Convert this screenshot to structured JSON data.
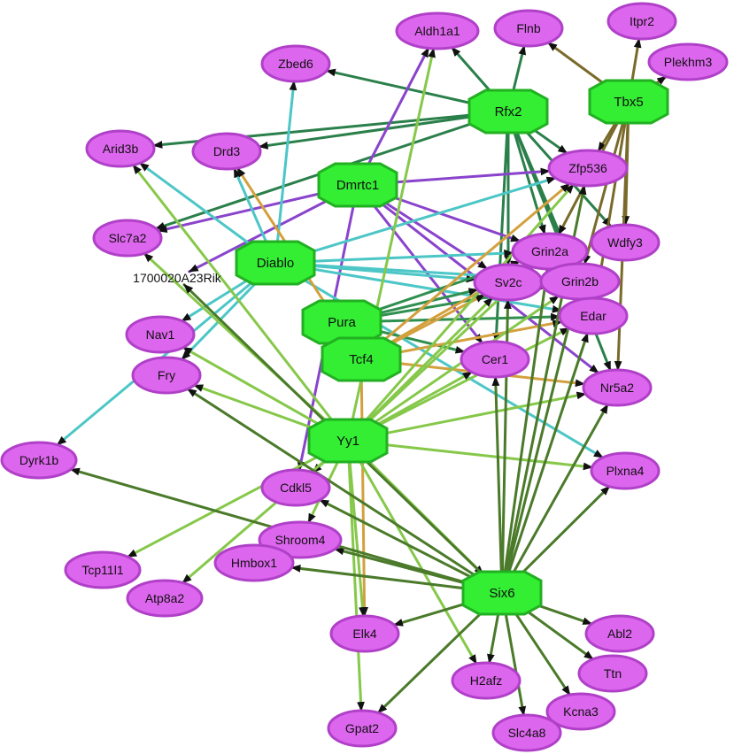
{
  "colors": {
    "target_fill": "#dd66ee",
    "target_stroke": "#b040c8",
    "tf_fill": "#33ee33",
    "tf_stroke": "#22b022",
    "edge": {
      "Rfx2": "#2a7f4a",
      "Tbx5": "#7a6a2a",
      "Dmrtc1": "#8a44cc",
      "Diablo": "#4cc6c6",
      "Pura": "#2f8f4f",
      "Tcf4": "#d4a03e",
      "Yy1": "#86c84a",
      "Six6": "#4a7a2a"
    }
  },
  "transcription_factors": [
    "Rfx2",
    "Tbx5",
    "Dmrtc1",
    "Diablo",
    "Pura",
    "Tcf4",
    "Yy1",
    "Six6"
  ],
  "targets": [
    "Aldh1a1",
    "Flnb",
    "Itpr2",
    "Plekhm3",
    "Zbed6",
    "Arid3b",
    "Drd3",
    "Zfp536",
    "Slc7a2",
    "Grin2a",
    "Wdfy3",
    "1700020A23Rik",
    "Sv2c",
    "Grin2b",
    "Edar",
    "Nav1",
    "Cer1",
    "Fry",
    "Nr5a2",
    "Dyrk1b",
    "Cdkl5",
    "Plxna4",
    "Shroom4",
    "Hmbox1",
    "Tcp11l1",
    "Atp8a2",
    "Elk4",
    "Abl2",
    "H2afz",
    "Ttn",
    "Kcna3",
    "Gpat2",
    "Slc4a8"
  ],
  "edges": [
    [
      "Rfx2",
      "Flnb"
    ],
    [
      "Rfx2",
      "Aldh1a1"
    ],
    [
      "Rfx2",
      "Zbed6"
    ],
    [
      "Rfx2",
      "Arid3b"
    ],
    [
      "Rfx2",
      "Drd3"
    ],
    [
      "Rfx2",
      "Zfp536"
    ],
    [
      "Rfx2",
      "Slc7a2"
    ],
    [
      "Rfx2",
      "Grin2a"
    ],
    [
      "Rfx2",
      "Sv2c"
    ],
    [
      "Rfx2",
      "Grin2b"
    ],
    [
      "Rfx2",
      "Wdfy3"
    ],
    [
      "Rfx2",
      "Edar"
    ],
    [
      "Rfx2",
      "Nr5a2"
    ],
    [
      "Rfx2",
      "Cer1"
    ],
    [
      "Tbx5",
      "Itpr2"
    ],
    [
      "Tbx5",
      "Plekhm3"
    ],
    [
      "Tbx5",
      "Flnb"
    ],
    [
      "Tbx5",
      "Zfp536"
    ],
    [
      "Tbx5",
      "Grin2a"
    ],
    [
      "Tbx5",
      "Grin2b"
    ],
    [
      "Tbx5",
      "Wdfy3"
    ],
    [
      "Tbx5",
      "Nr5a2"
    ],
    [
      "Tbx5",
      "Edar"
    ],
    [
      "Dmrtc1",
      "Aldh1a1"
    ],
    [
      "Dmrtc1",
      "Zfp536"
    ],
    [
      "Dmrtc1",
      "Grin2a"
    ],
    [
      "Dmrtc1",
      "Sv2c"
    ],
    [
      "Dmrtc1",
      "Cer1"
    ],
    [
      "Dmrtc1",
      "Nr5a2"
    ],
    [
      "Dmrtc1",
      "Cdkl5"
    ],
    [
      "Dmrtc1",
      "1700020A23Rik"
    ],
    [
      "Dmrtc1",
      "Slc7a2"
    ],
    [
      "Diablo",
      "Zbed6"
    ],
    [
      "Diablo",
      "Grin2a"
    ],
    [
      "Diablo",
      "Sv2c"
    ],
    [
      "Diablo",
      "Grin2b"
    ],
    [
      "Diablo",
      "Edar"
    ],
    [
      "Diablo",
      "Plxna4"
    ],
    [
      "Diablo",
      "Dyrk1b"
    ],
    [
      "Diablo",
      "Fry"
    ],
    [
      "Diablo",
      "Nav1"
    ],
    [
      "Diablo",
      "Arid3b"
    ],
    [
      "Diablo",
      "Drd3"
    ],
    [
      "Diablo",
      "Zfp536"
    ],
    [
      "Pura",
      "Sv2c"
    ],
    [
      "Pura",
      "Grin2a"
    ],
    [
      "Pura",
      "Grin2b"
    ],
    [
      "Pura",
      "Edar"
    ],
    [
      "Pura",
      "Cer1"
    ],
    [
      "Tcf4",
      "Zfp536"
    ],
    [
      "Tcf4",
      "Grin2a"
    ],
    [
      "Tcf4",
      "Sv2c"
    ],
    [
      "Tcf4",
      "Nr5a2"
    ],
    [
      "Tcf4",
      "Elk4"
    ],
    [
      "Tcf4",
      "Drd3"
    ],
    [
      "Tcf4",
      "Edar"
    ],
    [
      "Yy1",
      "Aldh1a1"
    ],
    [
      "Yy1",
      "Arid3b"
    ],
    [
      "Yy1",
      "Zfp536"
    ],
    [
      "Yy1",
      "Grin2a"
    ],
    [
      "Yy1",
      "Sv2c"
    ],
    [
      "Yy1",
      "Grin2b"
    ],
    [
      "Yy1",
      "Edar"
    ],
    [
      "Yy1",
      "Cer1"
    ],
    [
      "Yy1",
      "Nr5a2"
    ],
    [
      "Yy1",
      "Plxna4"
    ],
    [
      "Yy1",
      "Fry"
    ],
    [
      "Yy1",
      "Nav1"
    ],
    [
      "Yy1",
      "Cdkl5"
    ],
    [
      "Yy1",
      "Shroom4"
    ],
    [
      "Yy1",
      "Tcp11l1"
    ],
    [
      "Yy1",
      "Atp8a2"
    ],
    [
      "Yy1",
      "Gpat2"
    ],
    [
      "Yy1",
      "Elk4"
    ],
    [
      "Yy1",
      "H2afz"
    ],
    [
      "Yy1",
      "Six6"
    ],
    [
      "Yy1",
      "Slc7a2"
    ],
    [
      "Six6",
      "Cdkl5"
    ],
    [
      "Six6",
      "Shroom4"
    ],
    [
      "Six6",
      "Hmbox1"
    ],
    [
      "Six6",
      "Elk4"
    ],
    [
      "Six6",
      "H2afz"
    ],
    [
      "Six6",
      "Slc4a8"
    ],
    [
      "Six6",
      "Kcna3"
    ],
    [
      "Six6",
      "Ttn"
    ],
    [
      "Six6",
      "Abl2"
    ],
    [
      "Six6",
      "Gpat2"
    ],
    [
      "Six6",
      "Plxna4"
    ],
    [
      "Six6",
      "Nr5a2"
    ],
    [
      "Six6",
      "Edar"
    ],
    [
      "Six6",
      "Grin2b"
    ],
    [
      "Six6",
      "Sv2c"
    ],
    [
      "Six6",
      "Grin2a"
    ],
    [
      "Six6",
      "Cer1"
    ],
    [
      "Six6",
      "Fry"
    ],
    [
      "Six6",
      "Dyrk1b"
    ],
    [
      "Six6",
      "1700020A23Rik"
    ],
    [
      "Six6",
      "Zfp536"
    ]
  ]
}
